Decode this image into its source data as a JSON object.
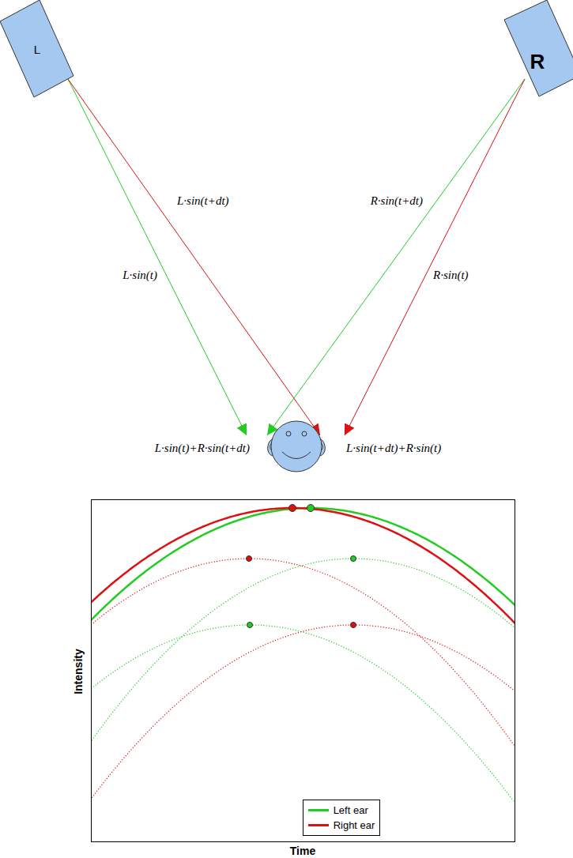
{
  "diagram": {
    "nodes": [
      {
        "text": [
          "L"
        ]
      },
      {
        "text": [
          "R"
        ]
      }
    ],
    "labels": [
      "L·sin(t+dt)",
      "R·sin(t+dt)",
      "L·sin(t)",
      "R·sin(t)",
      "L·sin(t)+R·sin(t+dt)",
      "L·sin(t+dt)+R·sin(t)",
      "Intensity",
      "Time"
    ],
    "legend": [
      {
        "text": "Left ear",
        "color": "#22cc22"
      },
      {
        "text": "Right ear",
        "color": "#dd1111"
      }
    ]
  }
}
